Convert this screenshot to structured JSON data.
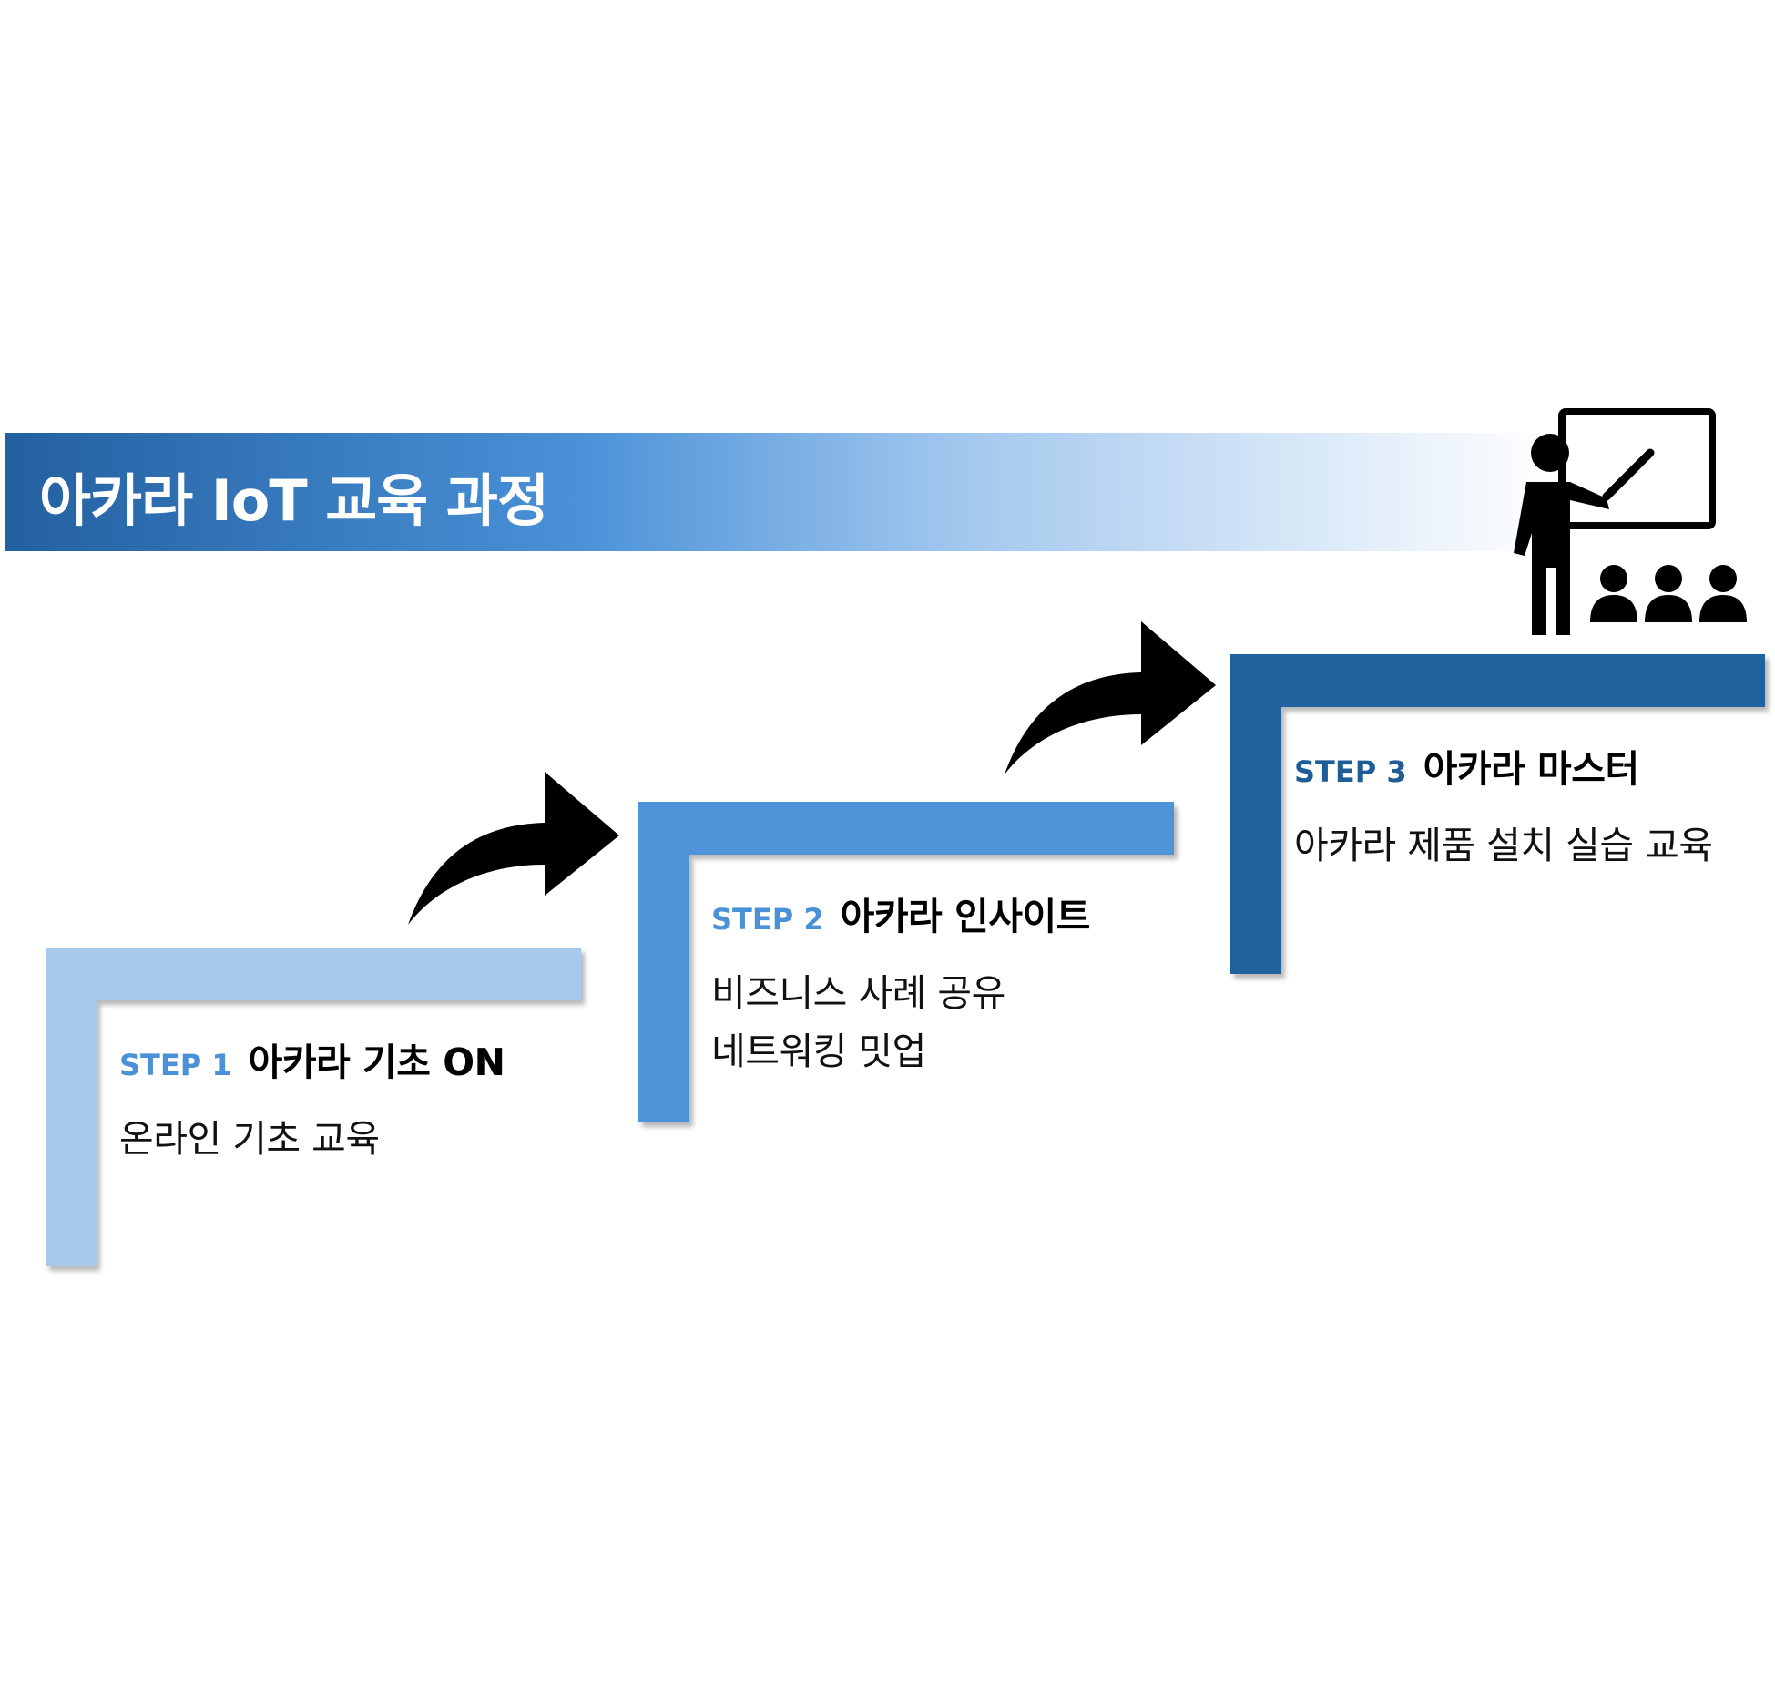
{
  "title": "아카라 IoT 교육 과정",
  "colors": {
    "step1": "#a7c9ec",
    "step2": "#4f93d9",
    "step3": "#21619d",
    "step1_label": "#4a91d8",
    "step2_label": "#4a91d8",
    "step3_label": "#1f5d97"
  },
  "icons": {
    "arrow": "curved-arrow-icon",
    "instructor": "instructor-presentation-icon"
  },
  "steps": [
    {
      "label": "STEP 1",
      "title": "아카라 기초 ON",
      "description": [
        "온라인 기초 교육"
      ]
    },
    {
      "label": "STEP 2",
      "title": "아카라 인사이트",
      "description": [
        "비즈니스 사례 공유",
        "네트워킹 밋업"
      ]
    },
    {
      "label": "STEP 3",
      "title": "아카라 마스터",
      "description": [
        "아카라 제품 설치 실습 교육"
      ]
    }
  ]
}
